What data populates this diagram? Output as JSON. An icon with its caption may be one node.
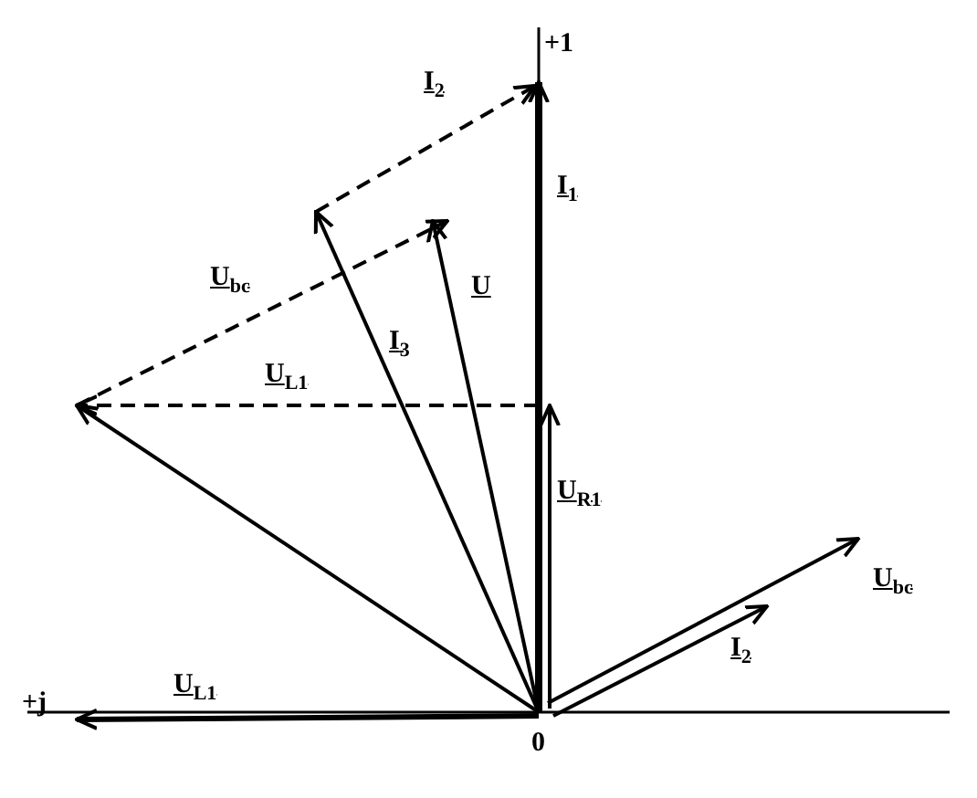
{
  "diagram": {
    "labels": [
      "+1",
      "I$_{2}$",
      "I$_{1}$",
      "U$_{bc}$",
      "U",
      "I$_{3}$",
      "U$_{L1}$",
      "U$_{R1}$",
      "U$_{bc}$",
      "I$_{2}$",
      "+j",
      "U$_{L1}$",
      "0"
    ]
  }
}
